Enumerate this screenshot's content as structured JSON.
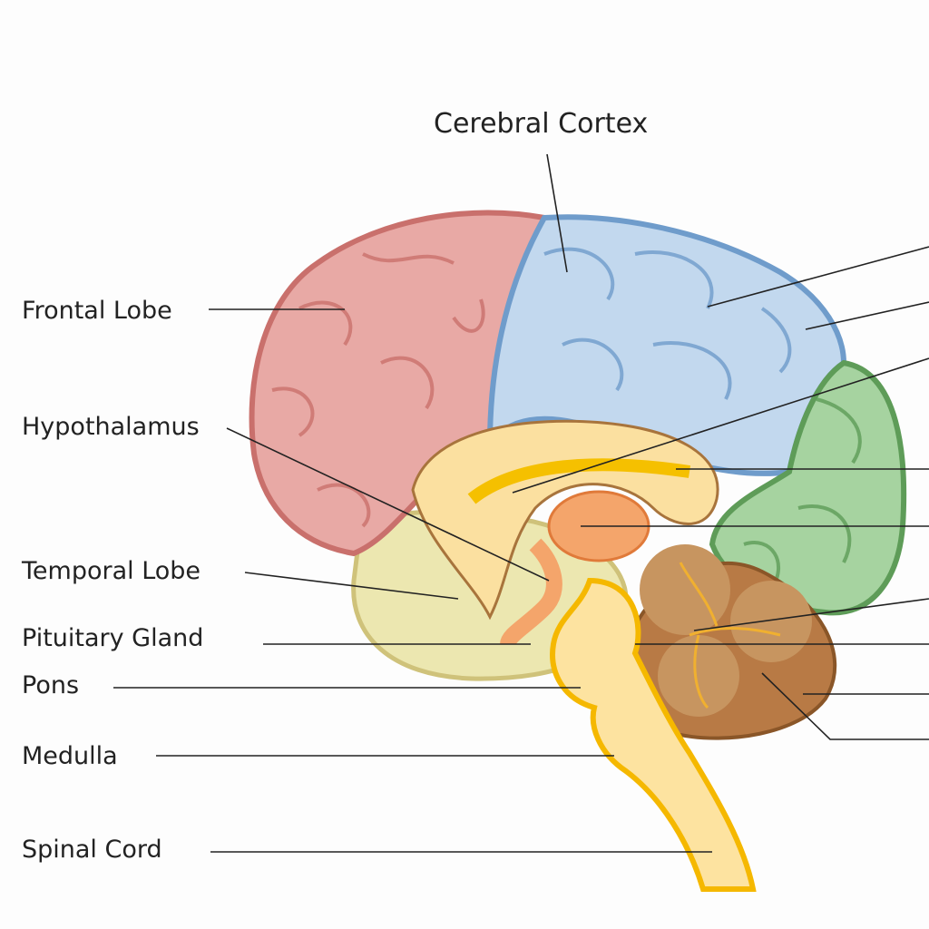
{
  "title": "Cerebral Cortex",
  "labels": {
    "frontal_lobe": "Frontal Lobe",
    "hypothalamus": "Hypothalamus",
    "temporal_lobe": "Temporal Lobe",
    "pituitary_gland": "Pituitary Gland",
    "pons": "Pons",
    "medulla": "Medulla",
    "spinal_cord": "Spinal Cord"
  },
  "colors": {
    "frontal": "#d98a86",
    "parietal": "#9cc0e0",
    "occipital": "#7dbb78",
    "temporal": "#ece7b0",
    "corpus_callosum": "#fbd98a",
    "brainstem": "#fcd27a",
    "cerebellum": "#b87a45"
  }
}
